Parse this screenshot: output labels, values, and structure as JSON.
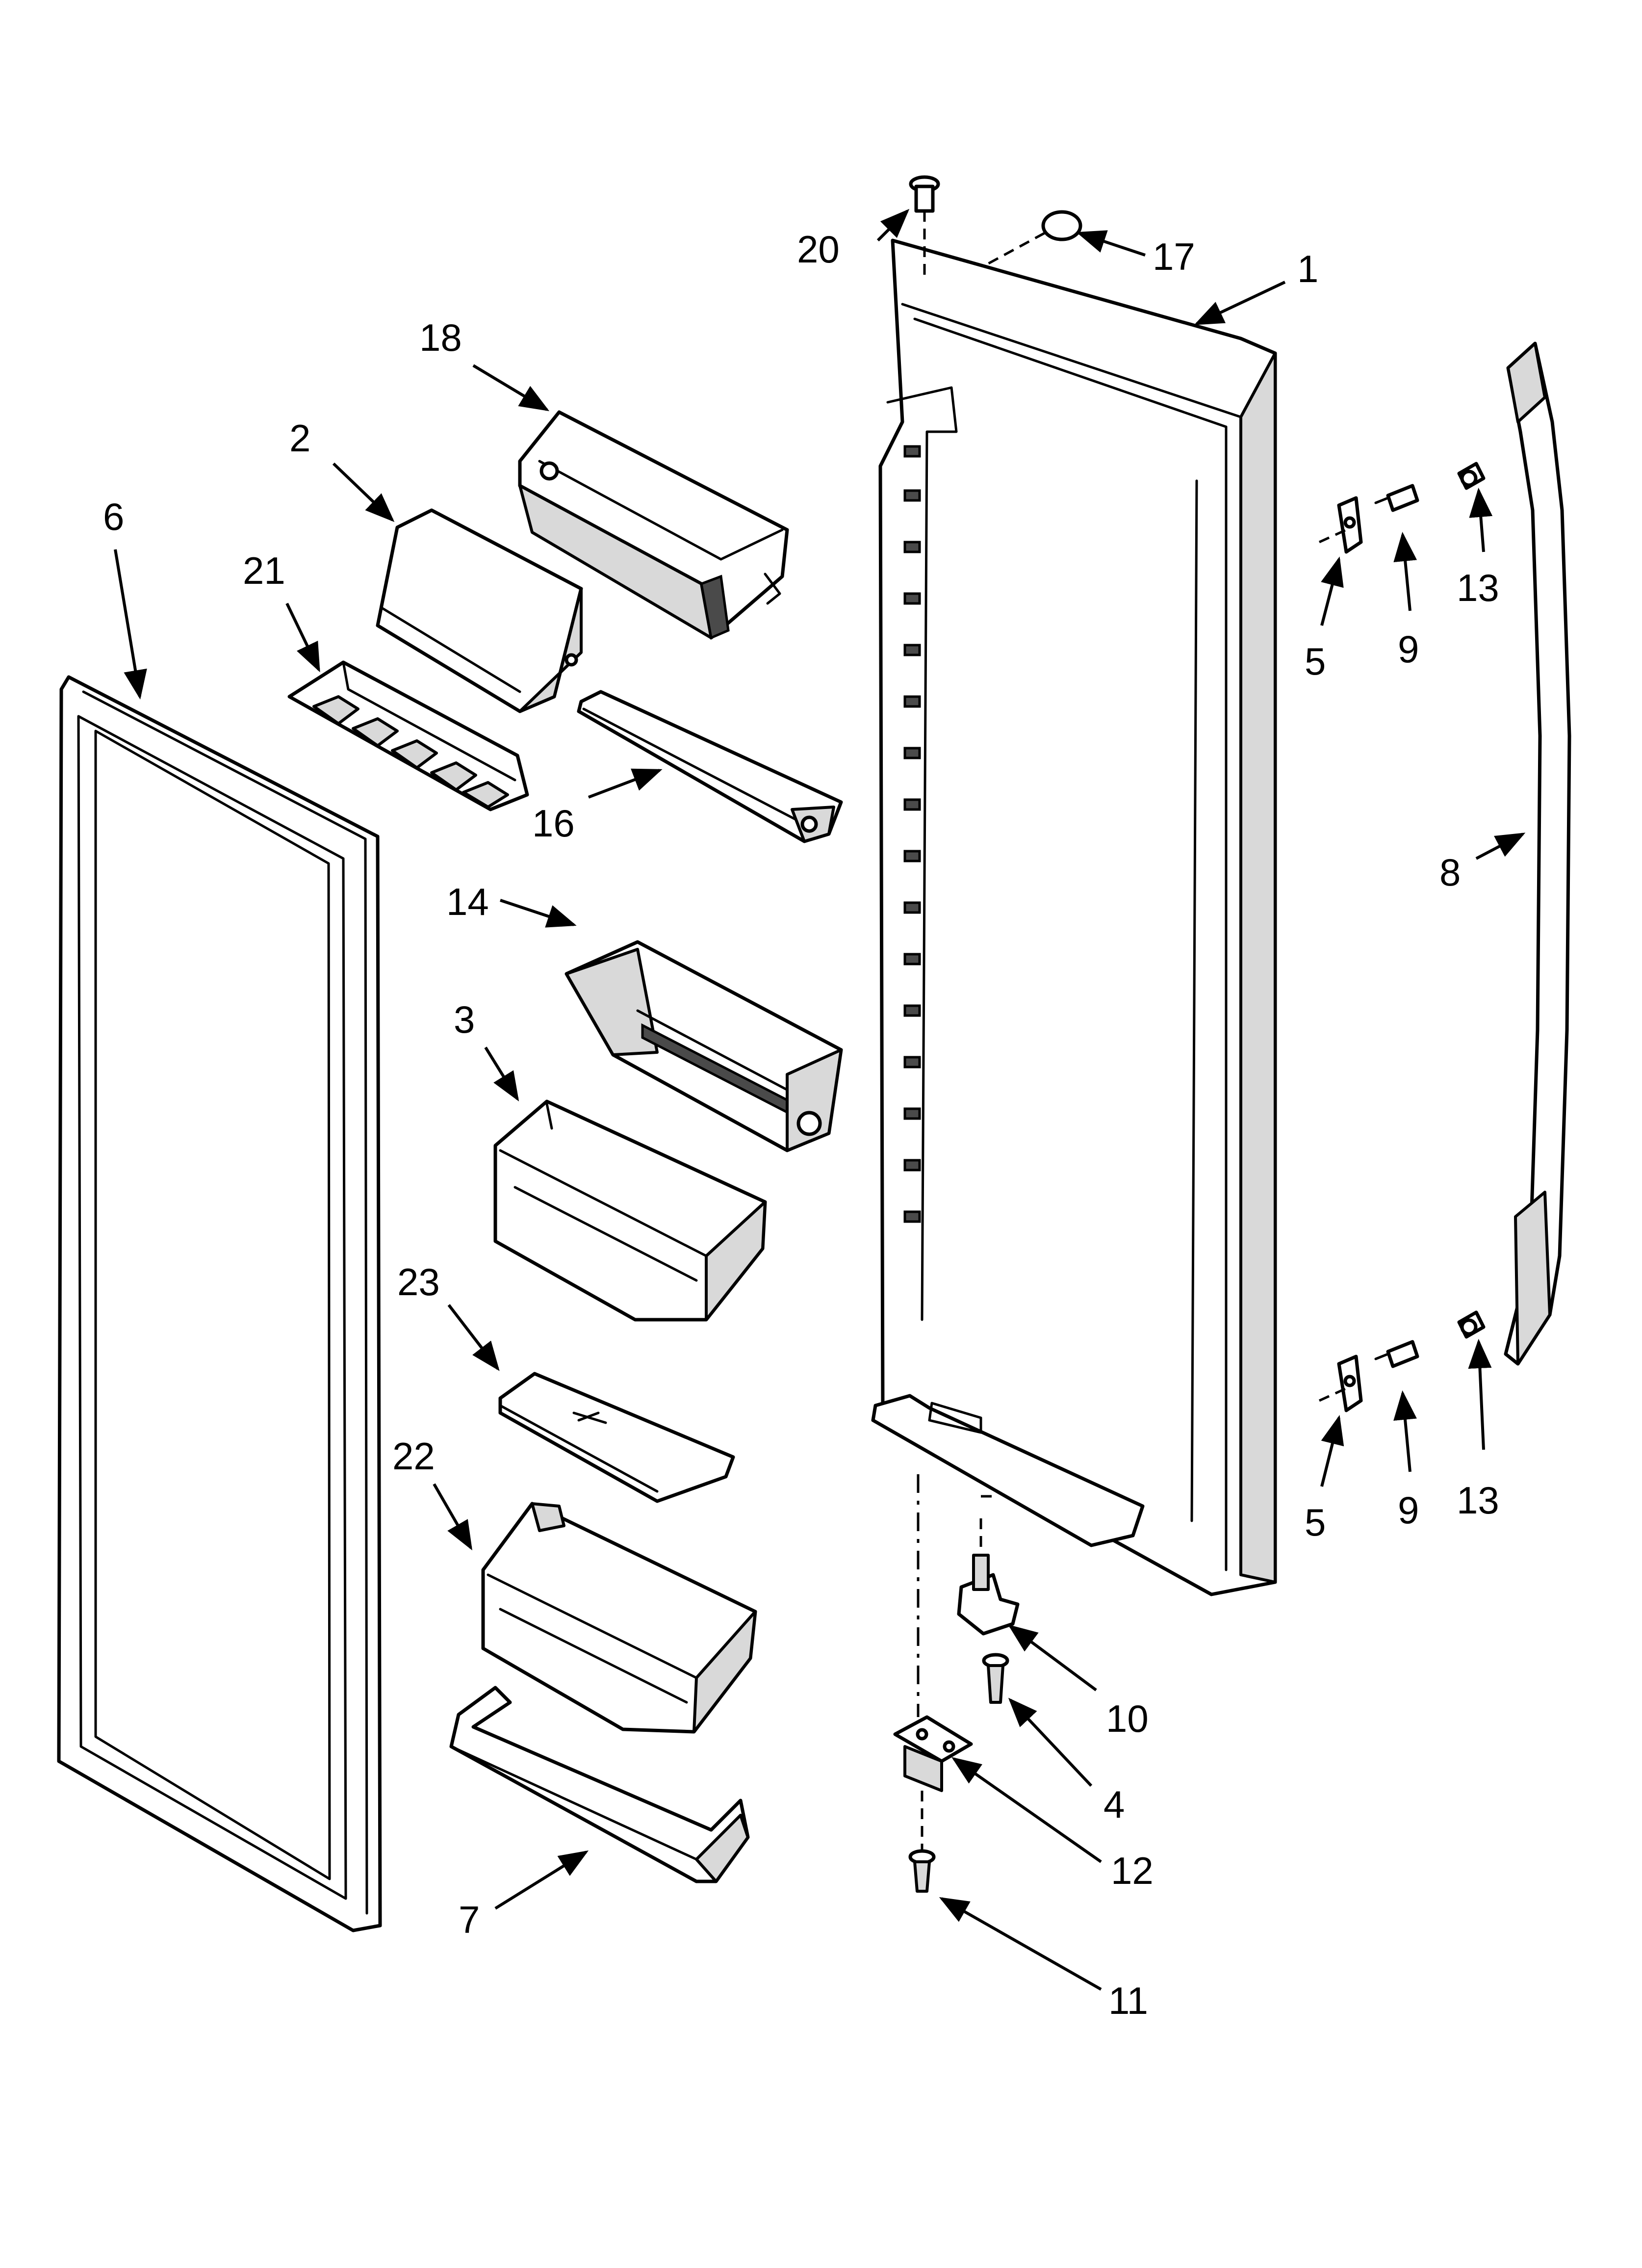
{
  "callouts": [
    {
      "id": "1",
      "label": "1"
    },
    {
      "id": "2",
      "label": "2"
    },
    {
      "id": "3",
      "label": "3"
    },
    {
      "id": "4",
      "label": "4"
    },
    {
      "id": "5a",
      "label": "5"
    },
    {
      "id": "5b",
      "label": "5"
    },
    {
      "id": "6",
      "label": "6"
    },
    {
      "id": "7",
      "label": "7"
    },
    {
      "id": "8",
      "label": "8"
    },
    {
      "id": "9a",
      "label": "9"
    },
    {
      "id": "9b",
      "label": "9"
    },
    {
      "id": "10",
      "label": "10"
    },
    {
      "id": "11",
      "label": "11"
    },
    {
      "id": "12",
      "label": "12"
    },
    {
      "id": "13a",
      "label": "13"
    },
    {
      "id": "13b",
      "label": "13"
    },
    {
      "id": "14",
      "label": "14"
    },
    {
      "id": "16",
      "label": "16"
    },
    {
      "id": "17",
      "label": "17"
    },
    {
      "id": "18",
      "label": "18"
    },
    {
      "id": "20",
      "label": "20"
    },
    {
      "id": "21",
      "label": "21"
    },
    {
      "id": "22",
      "label": "22"
    },
    {
      "id": "23",
      "label": "23"
    }
  ]
}
